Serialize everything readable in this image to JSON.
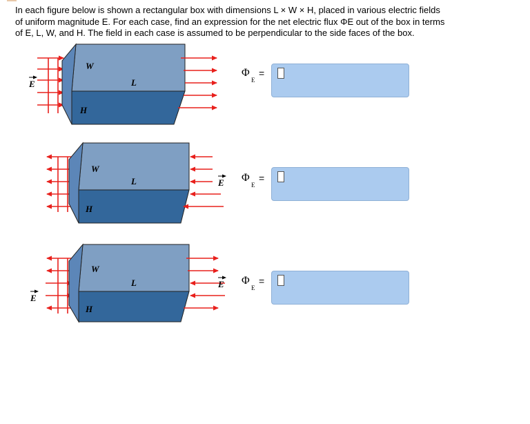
{
  "question": {
    "line1": "In each figure below is shown a rectangular box with dimensions L × W × H, placed in various electric fields",
    "line2": "of uniform magnitude E. For each case, find an expression for the net electric flux ΦE out of the box in terms",
    "line3": "of E, L, W, and H. The field in each case is assumed to be perpendicular to the side faces of the box."
  },
  "figures": [
    {
      "labels": {
        "W": "W",
        "L": "L",
        "H": "H",
        "E": "E"
      },
      "field_direction": "right",
      "e_position": "left"
    },
    {
      "labels": {
        "W": "W",
        "L": "L",
        "H": "H",
        "E": "E"
      },
      "field_direction": "left",
      "e_position": "right"
    },
    {
      "labels": {
        "W": "W",
        "L": "L",
        "H": "H",
        "E_left": "E",
        "E_right": "E"
      },
      "field_direction": "mixed",
      "e_position": "both"
    }
  ],
  "answers": [
    {
      "symbol": "Φ",
      "subscript": "E",
      "equals": "=",
      "value": ""
    },
    {
      "symbol": "Φ",
      "subscript": "E",
      "equals": "=",
      "value": ""
    },
    {
      "symbol": "Φ",
      "subscript": "E",
      "equals": "=",
      "value": ""
    }
  ],
  "colors": {
    "box_top": "#7f9fc3",
    "box_front": "#33679b",
    "box_side": "#5c86b8",
    "arrow": "#e8201c",
    "answer_bg": "#abcbef"
  }
}
